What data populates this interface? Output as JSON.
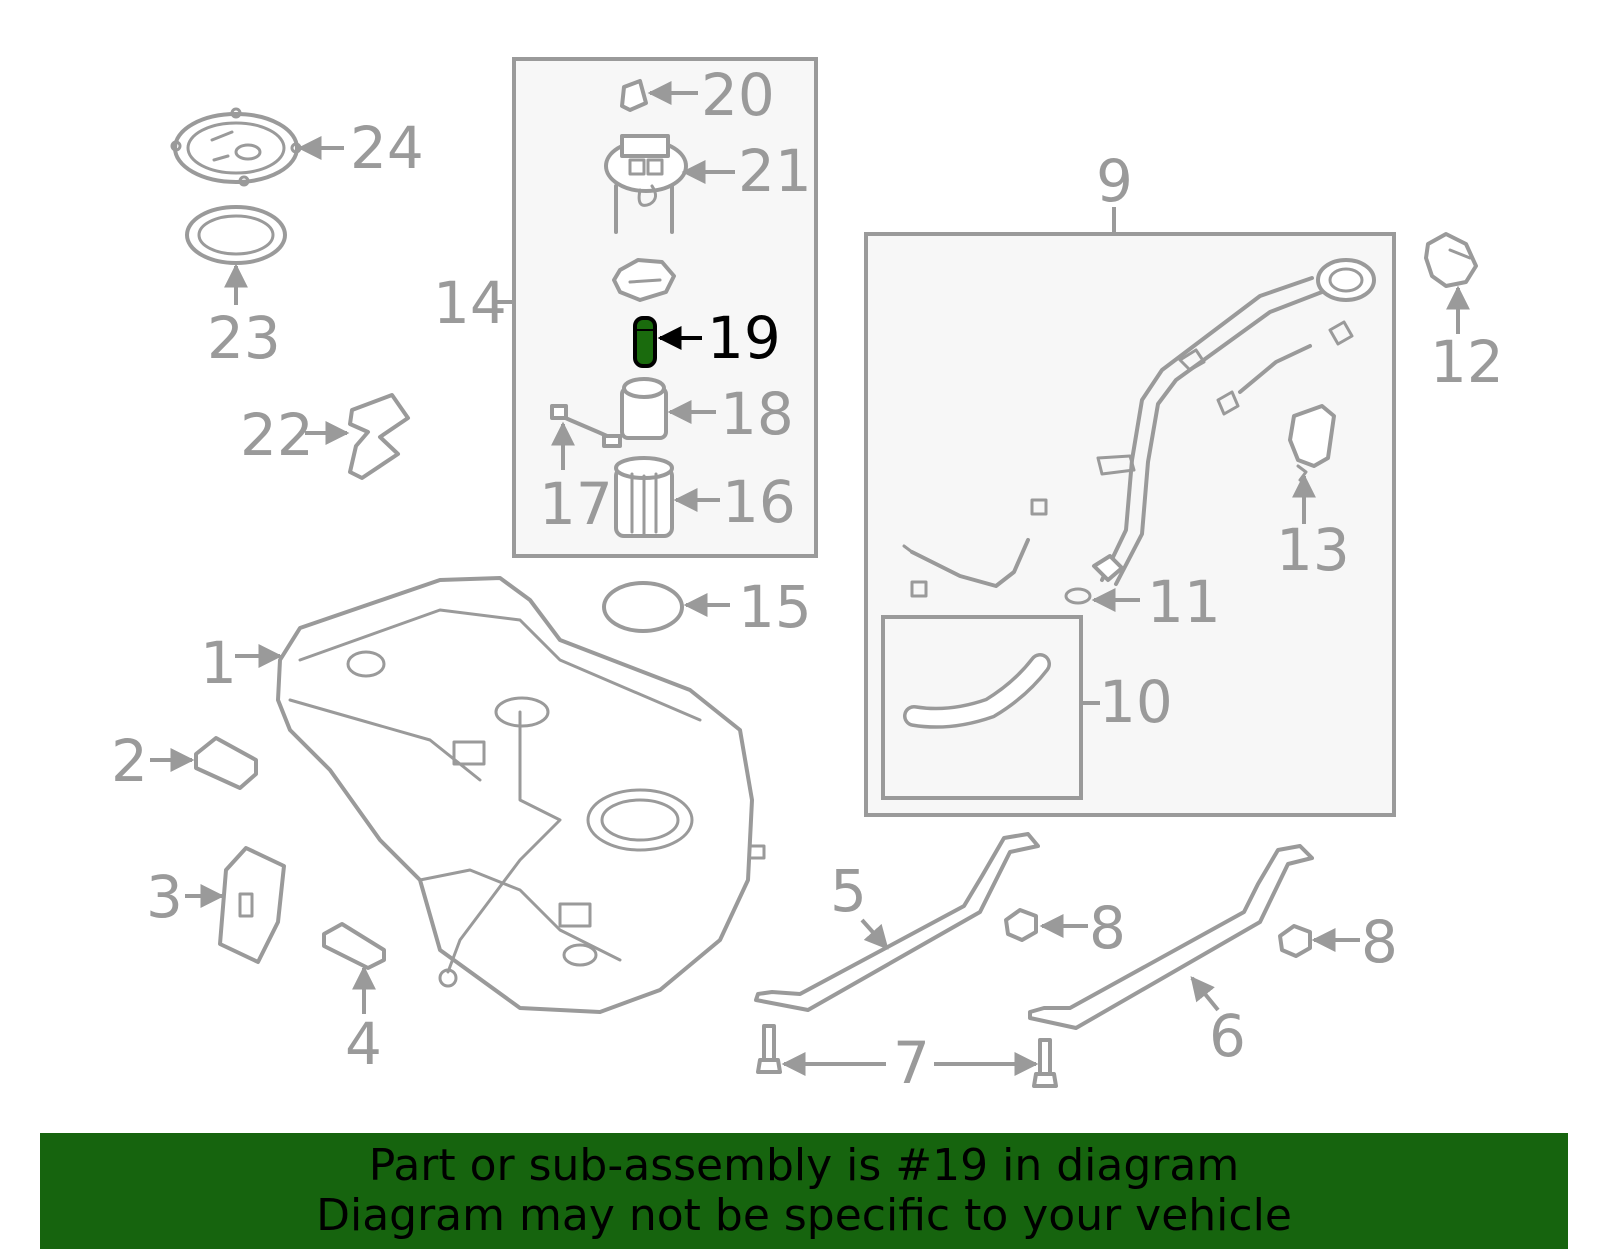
{
  "diagram": {
    "highlight_color": "#1a6b0d",
    "line_color": "#9a9a9a",
    "highlighted_part": "19",
    "callouts": [
      {
        "id": "1",
        "text": "1"
      },
      {
        "id": "2",
        "text": "2"
      },
      {
        "id": "3",
        "text": "3"
      },
      {
        "id": "4",
        "text": "4"
      },
      {
        "id": "5",
        "text": "5"
      },
      {
        "id": "6",
        "text": "6"
      },
      {
        "id": "7",
        "text": "7"
      },
      {
        "id": "8a",
        "text": "8"
      },
      {
        "id": "8b",
        "text": "8"
      },
      {
        "id": "9",
        "text": "9"
      },
      {
        "id": "10",
        "text": "10"
      },
      {
        "id": "11",
        "text": "11"
      },
      {
        "id": "12",
        "text": "12"
      },
      {
        "id": "13",
        "text": "13"
      },
      {
        "id": "14",
        "text": "14"
      },
      {
        "id": "15",
        "text": "15"
      },
      {
        "id": "16",
        "text": "16"
      },
      {
        "id": "17",
        "text": "17"
      },
      {
        "id": "18",
        "text": "18"
      },
      {
        "id": "19",
        "text": "19"
      },
      {
        "id": "20",
        "text": "20"
      },
      {
        "id": "21",
        "text": "21"
      },
      {
        "id": "22",
        "text": "22"
      },
      {
        "id": "23",
        "text": "23"
      },
      {
        "id": "24",
        "text": "24"
      }
    ]
  },
  "banner": {
    "line1": "Part or sub-assembly is #19 in diagram",
    "line2": "Diagram may not be specific to your vehicle",
    "background": "#16640e"
  }
}
